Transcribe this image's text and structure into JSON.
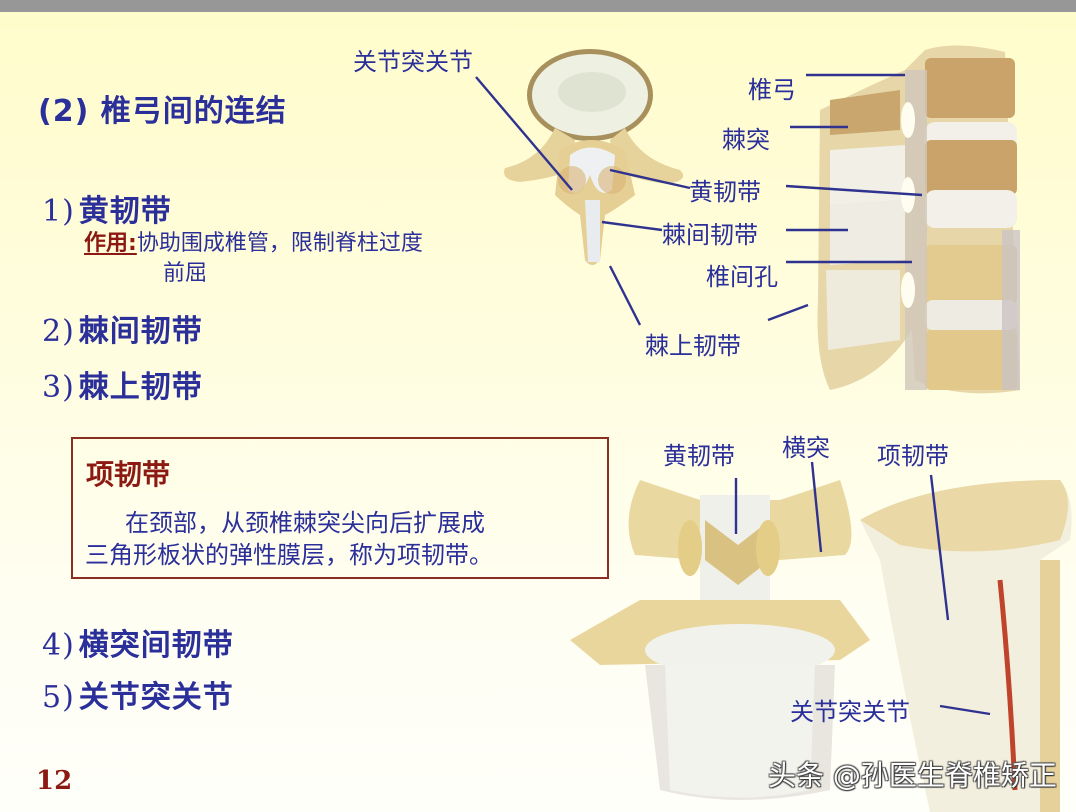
{
  "slide": {
    "section_title": "(2) 椎弓间的连结",
    "items": [
      {
        "num": "1)",
        "label": "黄韧带"
      },
      {
        "num": "2)",
        "label": "棘间韧带"
      },
      {
        "num": "3)",
        "label": "棘上韧带"
      },
      {
        "num": "4)",
        "label": "横突间韧带"
      },
      {
        "num": "5)",
        "label": "关节突关节"
      }
    ],
    "usage": {
      "label": "作用:",
      "line1": "协助围成椎管，限制脊柱过度",
      "line2": "前屈"
    },
    "note_box": {
      "title": "项韧带",
      "line1": "在颈部，从颈椎棘突尖向后扩展成",
      "line2": "三角形板状的弹性膜层，称为项韧带。"
    },
    "page_number": "12"
  },
  "figures": {
    "top_left": {
      "labels": [
        "关节突关节",
        "黄韧带",
        "棘间韧带",
        "棘上韧带"
      ]
    },
    "top_right": {
      "labels": [
        "椎弓",
        "棘突",
        "黄韧带",
        "棘间韧带",
        "椎间孔",
        "棘上韧带"
      ]
    },
    "bottom_left": {
      "labels": [
        "黄韧带",
        "横突"
      ]
    },
    "bottom_right": {
      "labels": [
        "项韧带",
        "关节突关节"
      ]
    }
  },
  "watermark": "头条 @孙医生脊椎矫正",
  "colors": {
    "text_blue": "#2b2f9a",
    "text_red": "#8c1a12",
    "top_bar": "#979797",
    "background_top": "#fffccb",
    "bone": "#e8d9a8",
    "ligament": "#f1efe4"
  }
}
